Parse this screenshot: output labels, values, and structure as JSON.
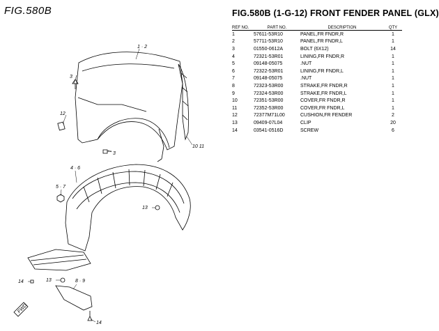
{
  "figure_label": "FIG.580B",
  "title": "FIG.580B (1-G-12) FRONT FENDER PANEL (GLX)",
  "table": {
    "headers": {
      "ref": "REF NO.",
      "part": "PART NO.",
      "desc": "DESCRIPTION",
      "qty": "QTY"
    },
    "rows": [
      {
        "ref": "1",
        "part": "57611-53R10",
        "desc": "PANEL,FR FNDR,R",
        "qty": "1"
      },
      {
        "ref": "2",
        "part": "57711-53R10",
        "desc": "PANEL,FR FNDR,L",
        "qty": "1"
      },
      {
        "ref": "3",
        "part": "01550-0612A",
        "desc": "BOLT (6X12)",
        "qty": "14"
      },
      {
        "ref": "4",
        "part": "72321-53R01",
        "desc": "LINING,FR FNDR,R",
        "qty": "1"
      },
      {
        "ref": "5",
        "part": "09148-05075",
        "desc": ".NUT",
        "qty": "1"
      },
      {
        "ref": "6",
        "part": "72322-53R01",
        "desc": "LINING,FR FNDR,L",
        "qty": "1"
      },
      {
        "ref": "7",
        "part": "09148-05075",
        "desc": ".NUT",
        "qty": "1"
      },
      {
        "ref": "8",
        "part": "72323-53R00",
        "desc": "STRAKE,FR FNDR,R",
        "qty": "1"
      },
      {
        "ref": "9",
        "part": "72324-53R00",
        "desc": "STRAKE,FR FNDR,L",
        "qty": "1"
      },
      {
        "ref": "10",
        "part": "72351-53R00",
        "desc": "COVER,FR FNDR,R",
        "qty": "1"
      },
      {
        "ref": "11",
        "part": "72352-53R00",
        "desc": "COVER,FR FNDR,L",
        "qty": "1"
      },
      {
        "ref": "12",
        "part": "72377M71L00",
        "desc": "CUSHION,FR FENDER",
        "qty": "2"
      },
      {
        "ref": "13",
        "part": "09409-07L04",
        "desc": "CLIP",
        "qty": "20"
      },
      {
        "ref": "14",
        "part": "03541-0516D",
        "desc": "SCREW",
        "qty": "6"
      }
    ]
  },
  "callouts": {
    "c12_top": "1 · 2",
    "c3a": "3",
    "c12": "12",
    "c3b": "3",
    "c1011": "10 11",
    "c46": "4 · 6",
    "c57": "5 · 7",
    "c13a": "13",
    "c14a": "14",
    "c13b": "13",
    "c89": "8 · 9",
    "c14b": "14",
    "fwd": "FWD"
  }
}
